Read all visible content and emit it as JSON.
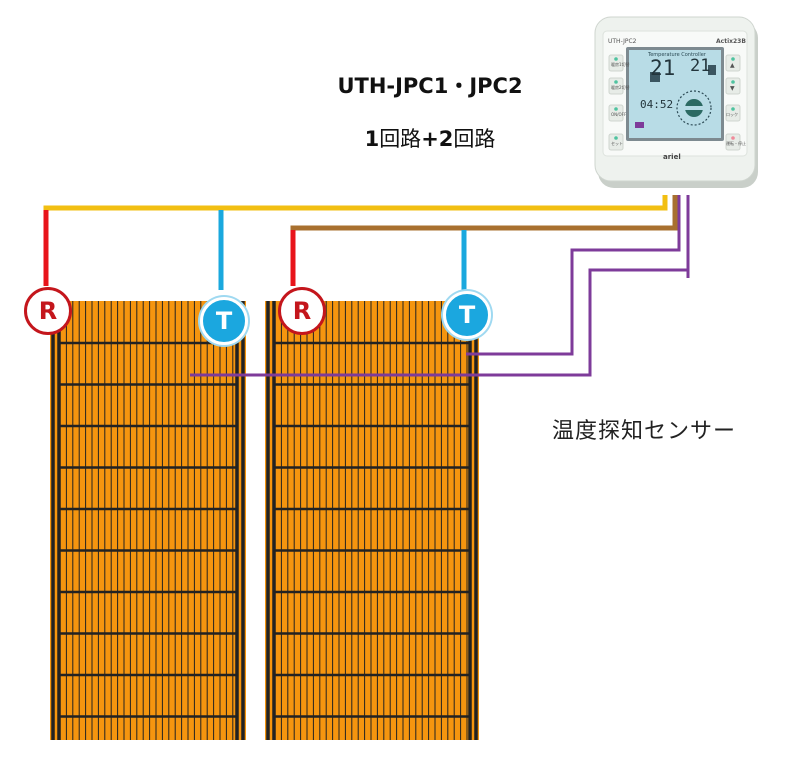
{
  "title": "UTH-JPC1・JPC2",
  "subtitle": {
    "num1": "1",
    "txt1": "回路",
    "plus": "+",
    "num2": "2",
    "txt2": "回路"
  },
  "sensor_label": "温度探知センサー",
  "badges": {
    "r": "R",
    "t": "T"
  },
  "controller": {
    "model": "UTH-JPC2",
    "brand_right": "Actix23B",
    "screen_header": "Temperature Controller",
    "temp_left": "21",
    "temp_right": "21",
    "time": "04:52",
    "maker": "ariel",
    "left_buttons": [
      "暖房1切替",
      "暖房2切替",
      "ON/OFF",
      "セット"
    ],
    "right_buttons": [
      "▲",
      "▼",
      "ロック",
      "運転・停止"
    ]
  },
  "colors": {
    "heater_fill": "#f5950f",
    "heater_lines": "#222222",
    "power_line": "#f2bf12",
    "power_line_2": "#a8702f",
    "r_wire": "#e8141b",
    "t_wire": "#1aa8de",
    "sensor_wire": "#7e3b9a",
    "controller_body": "#eef2ee",
    "screen": "#b8dce6"
  }
}
